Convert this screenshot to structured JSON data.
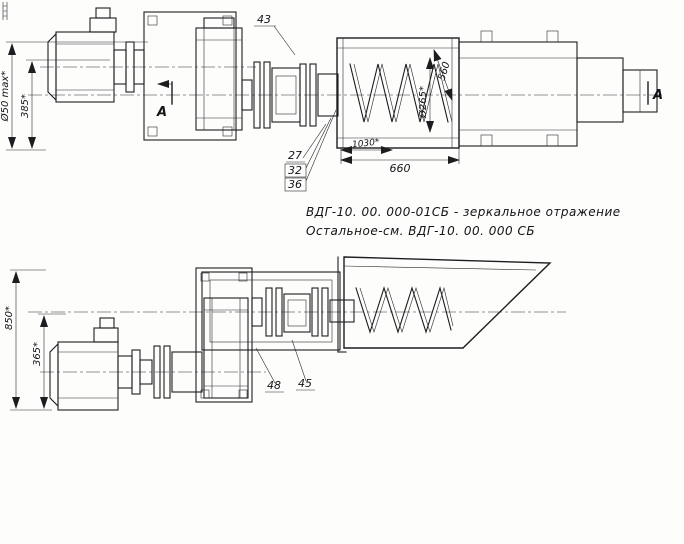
{
  "sheet": {
    "note_line1": "ВДГ-10. 00. 000-01СБ - зеркальное отражение",
    "note_line2": "Остальное-см. ВДГ-10. 00. 000 СБ"
  },
  "top_view": {
    "section_a_left": "А",
    "section_a_right": "А",
    "callout_43": "43",
    "callout_27": "27",
    "callout_32": "32",
    "callout_36": "36",
    "dim_dia50": "Ø50 max*",
    "dim_385": "385*",
    "dim_560": "560",
    "dim_dia265": "Ø265*",
    "dim_1030": "1030*",
    "dim_660": "660"
  },
  "bottom_view": {
    "callout_48": "48",
    "callout_45": "45",
    "dim_850": "850*",
    "dim_365": "365*"
  }
}
